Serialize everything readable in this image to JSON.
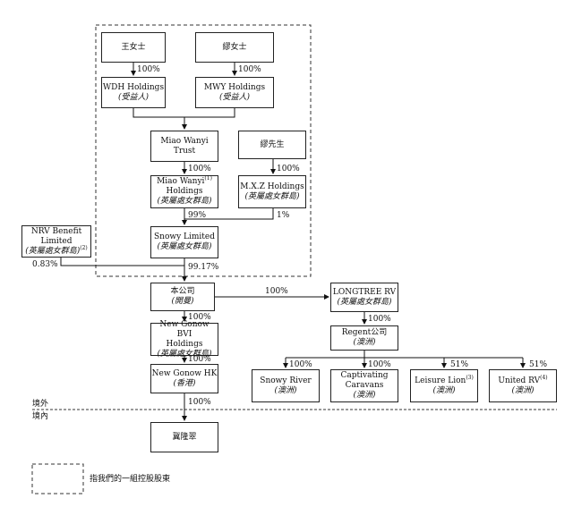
{
  "nodes": {
    "wang": {
      "line1": "王女士"
    },
    "miao_ms": {
      "line1": "繆女士"
    },
    "wdh": {
      "line1": "WDH Holdings",
      "line2": "(受益人)"
    },
    "mwy": {
      "line1": "MWY Holdings",
      "line2": "(受益人)"
    },
    "trust": {
      "line1": "Miao Wanyi",
      "line2": "Trust"
    },
    "miao_mr": {
      "line1": "繆先生"
    },
    "mwh": {
      "line1": "Miao Wanyi",
      "sup": "(1)",
      "line2": "Holdings",
      "line3": "(英屬處女群島)"
    },
    "mxz": {
      "line1": "M.X.Z Holdings",
      "line2": "(英屬處女群島)"
    },
    "nrv": {
      "line1": "NRV Benefit",
      "line2": "Limited",
      "line3": "(英屬處女群島)",
      "sup": "(2)"
    },
    "snowy_ltd": {
      "line1": "Snowy Limited",
      "line2": "(英屬處女群島)"
    },
    "company": {
      "line1": "本公司",
      "line2": "(開曼)"
    },
    "longtree": {
      "line1": "LONGTREE RV",
      "line2": "(英屬處女群島)"
    },
    "gonow_bvi": {
      "line1": "New Gonow BVI",
      "line2": "Holdings",
      "line3": "(英屬處女群島)"
    },
    "regent": {
      "line1": "Regent公司",
      "line2": "(澳洲)"
    },
    "gonow_hk": {
      "line1": "New Gonow HK",
      "line2": "(香港)"
    },
    "snowy_river": {
      "line1": "Snowy River",
      "line2": "(澳洲)"
    },
    "captivating": {
      "line1": "Captivating",
      "line2": "Caravans",
      "line3": "(澳洲)"
    },
    "leisure": {
      "line1": "Leisure Lion",
      "sup": "(3)",
      "line2": "(澳洲)"
    },
    "united": {
      "line1": "United RV",
      "sup": "(4)",
      "line2": "(澳洲)"
    },
    "jiyu": {
      "line1": "冀隆翠"
    }
  },
  "percentages": {
    "wang_wdh": "100%",
    "miao_mwy": "100%",
    "trust_mwh": "100%",
    "mr_mxz": "100%",
    "mwh_snowy": "99%",
    "mxz_snowy": "1%",
    "nrv_snowy": "0.83%",
    "snowy_company": "99.17%",
    "company_longtree": "100%",
    "company_bvi": "100%",
    "longtree_regent": "100%",
    "bvi_hk": "100%",
    "regent_snowy_river": "100%",
    "regent_captivating": "100%",
    "regent_leisure": "51%",
    "regent_united": "51%",
    "hk_jiyu": "100%"
  },
  "labels": {
    "offshore": "境外",
    "onshore": "境內",
    "legend": "指我們的一組控股股東"
  }
}
